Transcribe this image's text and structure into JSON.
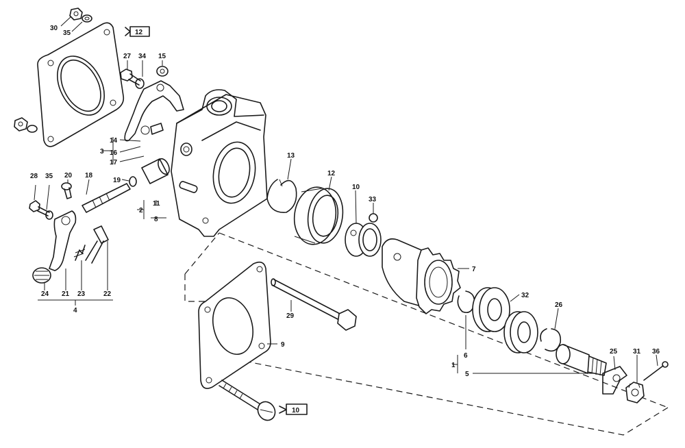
{
  "diagram": {
    "labels": {
      "n1": "1",
      "n2": "2",
      "n3": "3",
      "n4": "4",
      "n5": "5",
      "n6": "6",
      "n7": "7",
      "n8": "8",
      "n9": "9",
      "n10": "10",
      "n11": "11",
      "n12": "12",
      "n13": "13",
      "n14": "14",
      "n15": "15",
      "n16": "16",
      "n17": "17",
      "n18": "18",
      "n19": "19",
      "n20": "20",
      "n21": "21",
      "n22": "22",
      "n23": "23",
      "n24": "24",
      "n25": "25",
      "n26": "26",
      "n27": "27",
      "n28": "28",
      "n29": "29",
      "n30": "30",
      "n31": "31",
      "n32": "32",
      "n33": "33",
      "n34": "34",
      "n35": "35",
      "n35b": "35",
      "n36": "36"
    },
    "refs": {
      "ref12": "12",
      "ref10": "10"
    }
  }
}
